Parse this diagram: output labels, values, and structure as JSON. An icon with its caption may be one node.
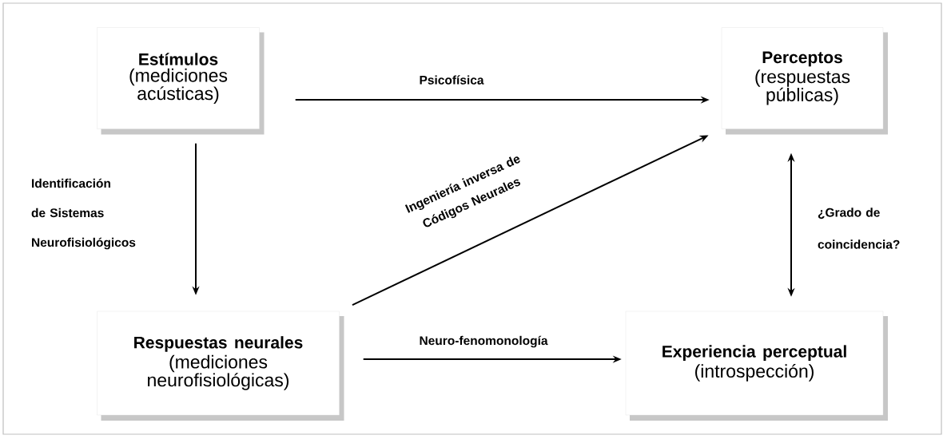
{
  "diagram": {
    "nodes": [
      {
        "text": [
          "Estímulos",
          "(mediciones acústicas)"
        ]
      },
      {
        "text": [
          "Perceptos",
          "(respuestas públicas)"
        ]
      },
      {
        "text": [
          "Respuestas neurales",
          "(mediciones neurofisiológicas)"
        ]
      },
      {
        "text": [
          "Experiencia perceptual",
          "(introspección)"
        ]
      }
    ],
    "edges": [
      {
        "from": 0,
        "to": 1,
        "arrow": "to",
        "label": "Psicofísica"
      },
      {
        "from": 0,
        "to": 2,
        "arrow": "to",
        "label": "Identificación de Sistemas Neurofisiológicos"
      },
      {
        "from": 2,
        "to": 1,
        "arrow": "to",
        "label": "Ingeniería inversa de Códigos Neurales"
      },
      {
        "from": 2,
        "to": 3,
        "arrow": "to",
        "label": "Neuro-fenomonología"
      },
      {
        "from": 1,
        "to": 3,
        "arrow": "both",
        "label": "¿Grado de coincidencia?"
      }
    ]
  }
}
